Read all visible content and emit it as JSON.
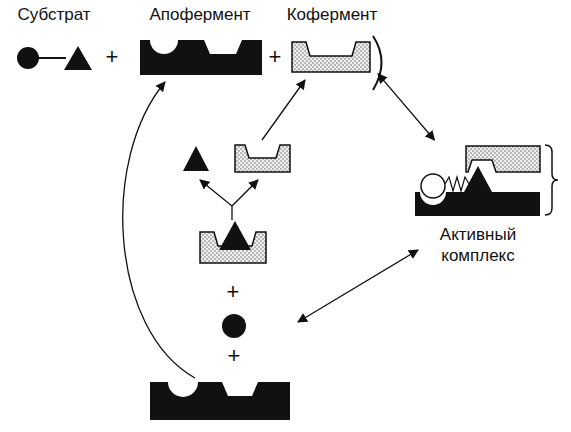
{
  "diagram": {
    "nodes": [
      {
        "text": [
          "Субстрат"
        ]
      },
      {
        "text": [
          "Апофермент"
        ]
      },
      {
        "text": [
          "Кофермент"
        ]
      },
      {
        "text": [
          "Активный комплекс"
        ]
      }
    ],
    "edges": [
      {
        "from": 2,
        "to": 3,
        "arrow": "both"
      }
    ],
    "labels": [
      "+",
      "+",
      "+",
      "+"
    ]
  }
}
